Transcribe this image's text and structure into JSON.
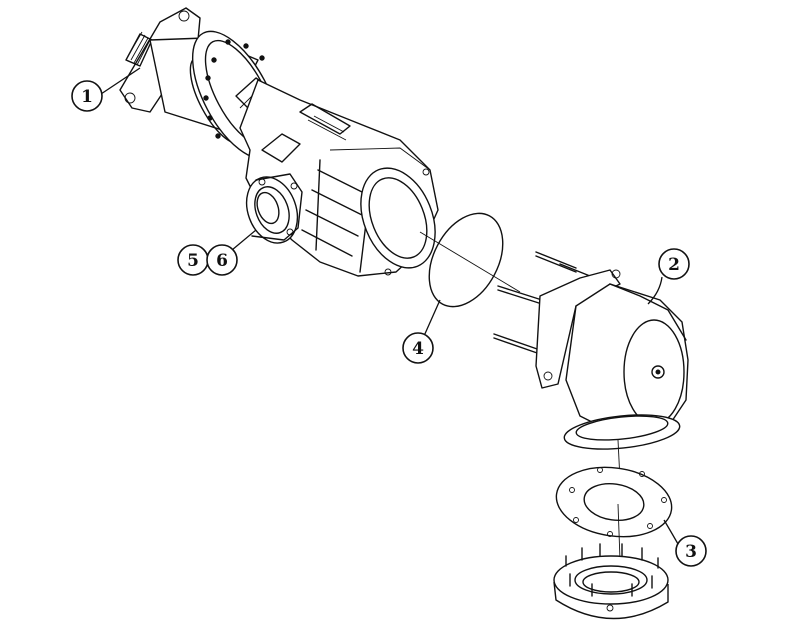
{
  "callouts": {
    "c1": "1",
    "c2": "2",
    "c3": "3",
    "c4": "4",
    "c5": "5",
    "c6": "6"
  },
  "colors": {
    "line": "#111111",
    "background": "#ffffff"
  }
}
